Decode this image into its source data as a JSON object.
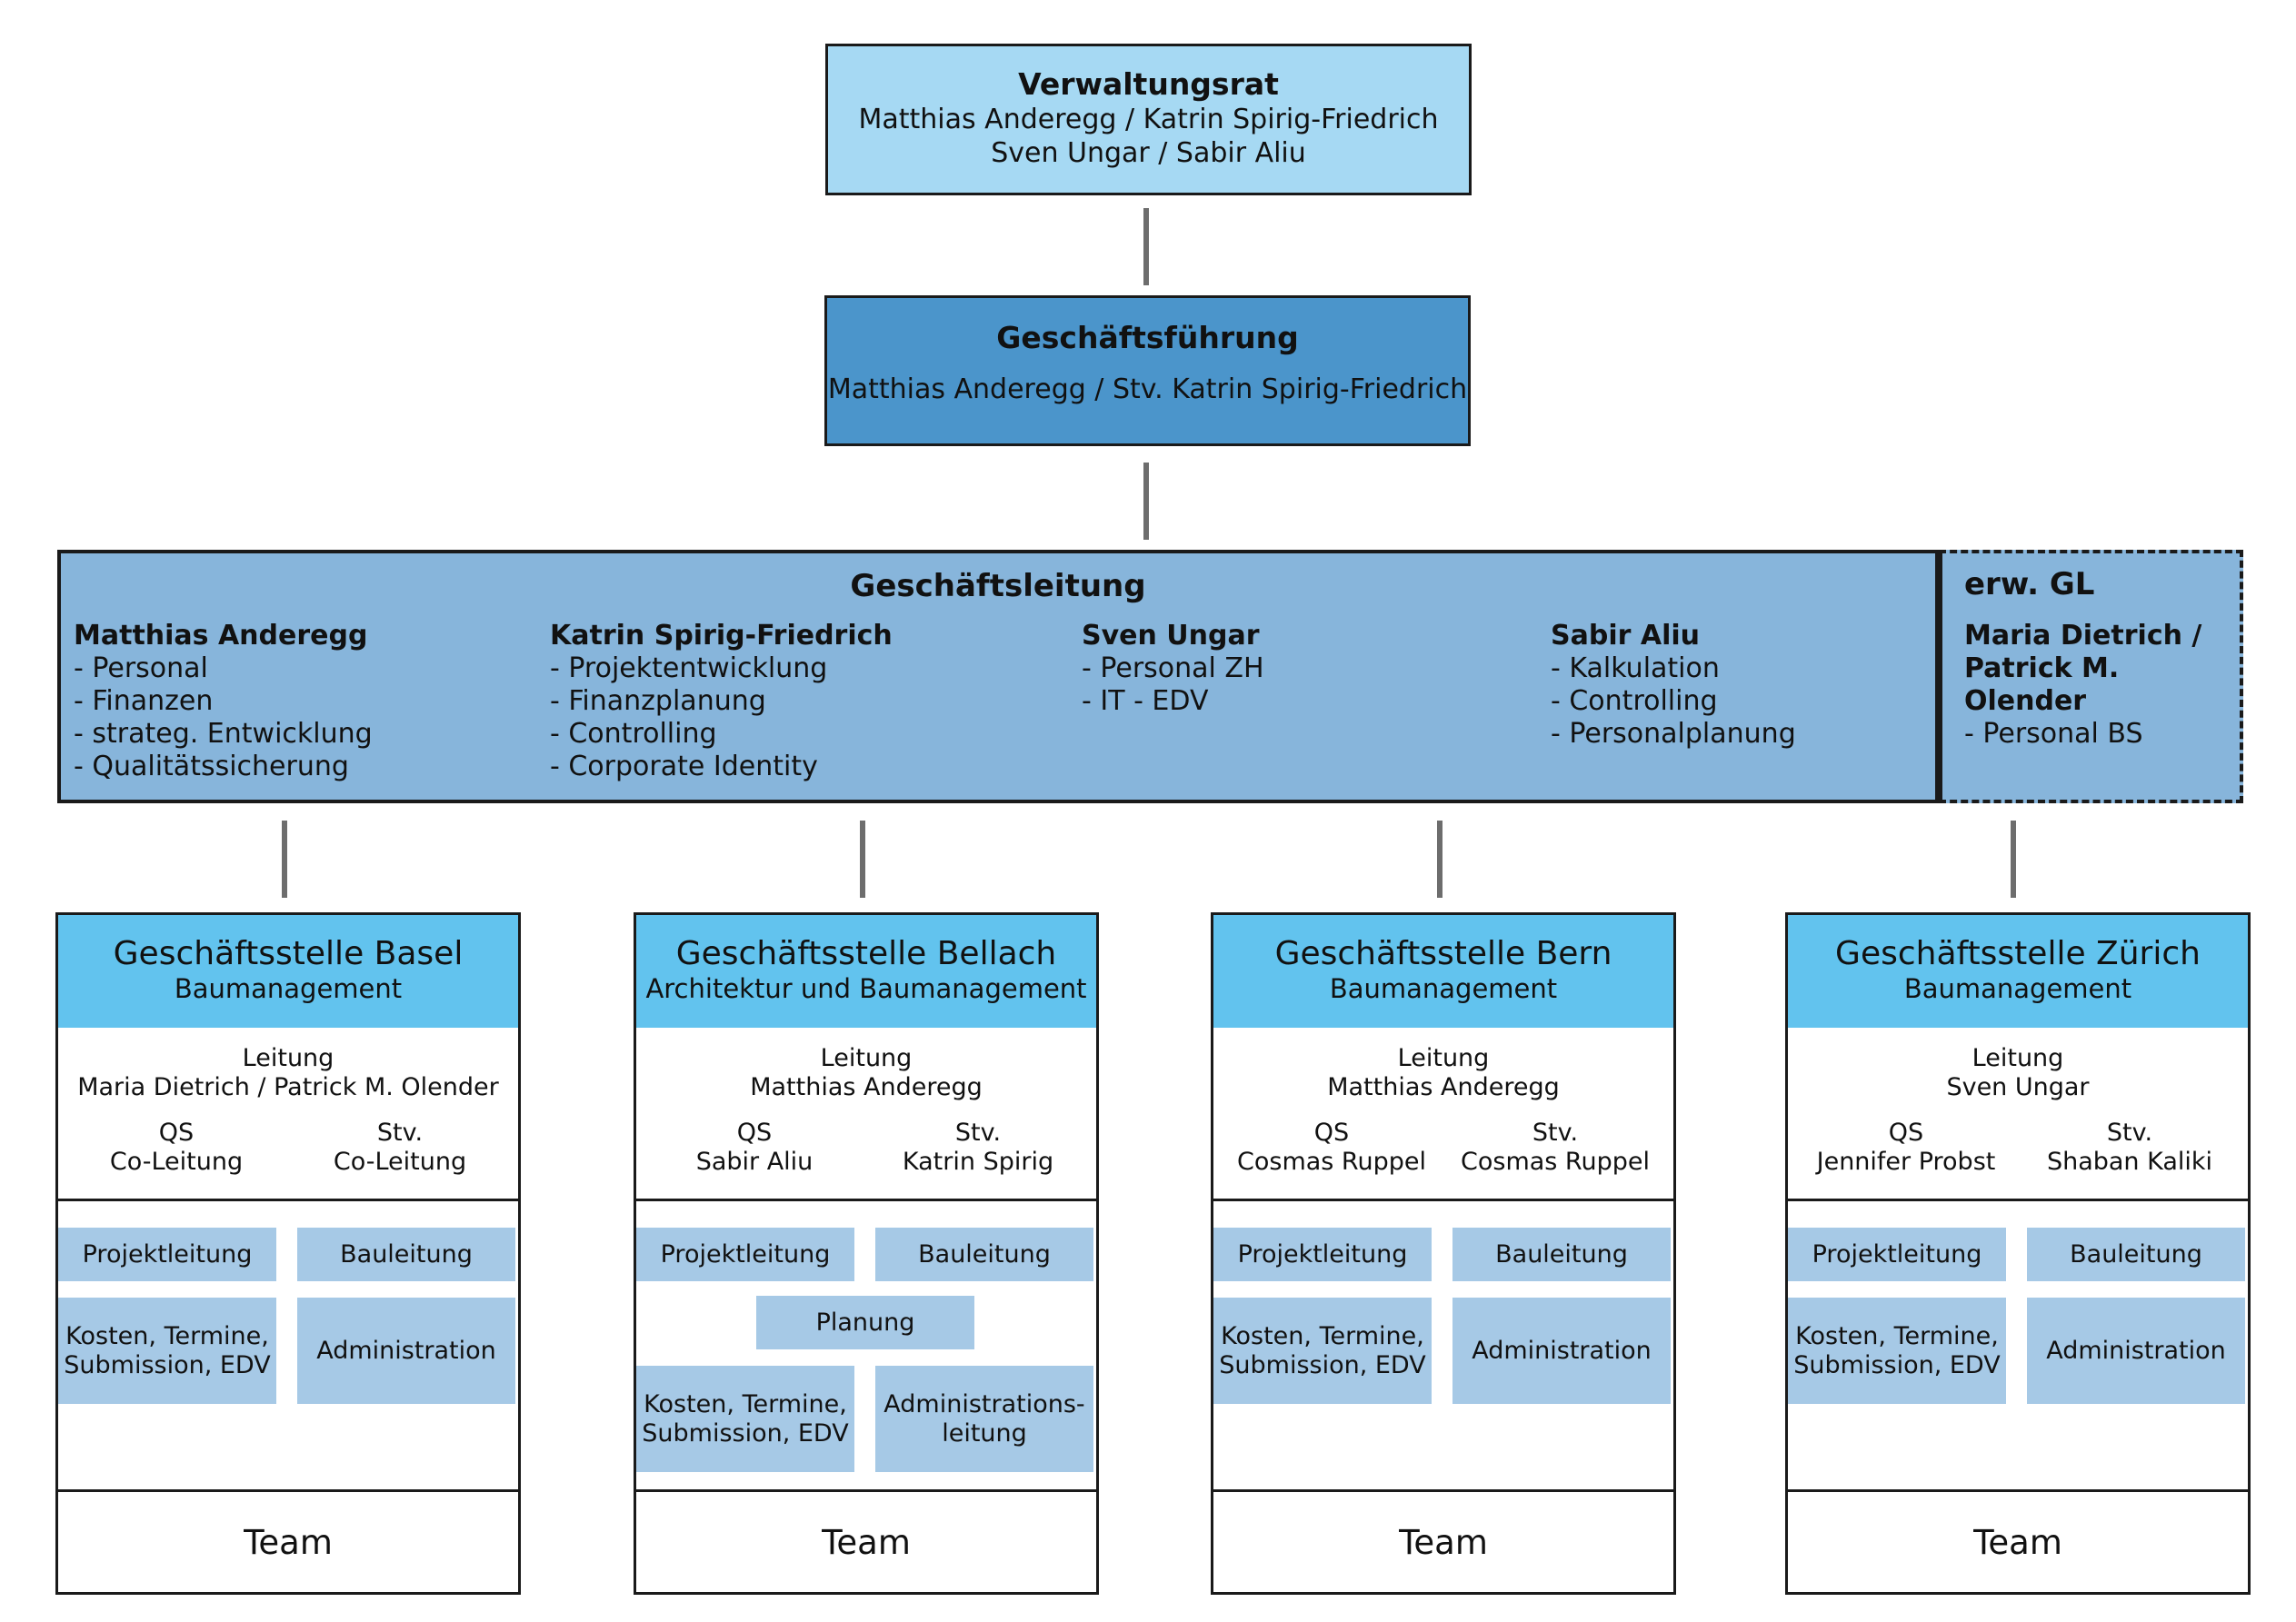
{
  "verwaltungsrat": {
    "title": "Verwaltungsrat",
    "line1": "Matthias Anderegg / Katrin Spirig-Friedrich",
    "line2": "Sven Ungar / Sabir Aliu"
  },
  "geschaeftsfuehrung": {
    "title": "Geschäftsführung",
    "line1": "Matthias Anderegg / Stv. Katrin Spirig-Friedrich"
  },
  "geschaeftsleitung": {
    "title": "Geschäftsleitung",
    "members": [
      {
        "name": "Matthias Anderegg",
        "tasks": [
          "- Personal",
          "- Finanzen",
          "- strateg. Entwicklung",
          "- Qualitätssicherung"
        ]
      },
      {
        "name": "Katrin Spirig-Friedrich",
        "tasks": [
          "- Projektentwicklung",
          "- Finanzplanung",
          "- Controlling",
          "- Corporate Identity"
        ]
      },
      {
        "name": "Sven Ungar",
        "tasks": [
          "- Personal ZH",
          "- IT - EDV"
        ]
      },
      {
        "name": "Sabir Aliu",
        "tasks": [
          "- Kalkulation",
          "- Controlling",
          "- Personalplanung"
        ]
      }
    ]
  },
  "erw_gl": {
    "title": "erw. GL",
    "name_line1": "Maria Dietrich /",
    "name_line2": "Patrick M. Olender",
    "task": "- Personal BS"
  },
  "branches": [
    {
      "title": "Geschäftsstelle Basel",
      "subtitle": "Baumanagement",
      "lead_label": "Leitung",
      "lead_name": "Maria Dietrich / Patrick M. Olender",
      "qs_label": "QS",
      "qs_name": "Co-Leitung",
      "stv_label": "Stv.",
      "stv_name": "Co-Leitung",
      "cells": {
        "projektleitung": "Projektleitung",
        "bauleitung": "Bauleitung",
        "kosten": "Kosten, Termine,\nSubmission, EDV",
        "administration": "Administration"
      },
      "team": "Team"
    },
    {
      "title": "Geschäftsstelle Bellach",
      "subtitle": "Architektur und Baumanagement",
      "lead_label": "Leitung",
      "lead_name": "Matthias Anderegg",
      "qs_label": "QS",
      "qs_name": "Sabir Aliu",
      "stv_label": "Stv.",
      "stv_name": "Katrin Spirig",
      "cells": {
        "projektleitung": "Projektleitung",
        "bauleitung": "Bauleitung",
        "planung": "Planung",
        "kosten": "Kosten, Termine,\nSubmission, EDV",
        "administration": "Administrations-\nleitung"
      },
      "team": "Team"
    },
    {
      "title": "Geschäftsstelle Bern",
      "subtitle": "Baumanagement",
      "lead_label": "Leitung",
      "lead_name": "Matthias Anderegg",
      "qs_label": "QS",
      "qs_name": "Cosmas Ruppel",
      "stv_label": "Stv.",
      "stv_name": "Cosmas Ruppel",
      "cells": {
        "projektleitung": "Projektleitung",
        "bauleitung": "Bauleitung",
        "kosten": "Kosten, Termine,\nSubmission, EDV",
        "administration": "Administration"
      },
      "team": "Team"
    },
    {
      "title": "Geschäftsstelle Zürich",
      "subtitle": "Baumanagement",
      "lead_label": "Leitung",
      "lead_name": "Sven Ungar",
      "qs_label": "QS",
      "qs_name": "Jennifer Probst",
      "stv_label": "Stv.",
      "stv_name": "Shaban Kaliki",
      "cells": {
        "projektleitung": "Projektleitung",
        "bauleitung": "Bauleitung",
        "kosten": "Kosten, Termine,\nSubmission, EDV",
        "administration": "Administration"
      },
      "team": "Team"
    }
  ]
}
